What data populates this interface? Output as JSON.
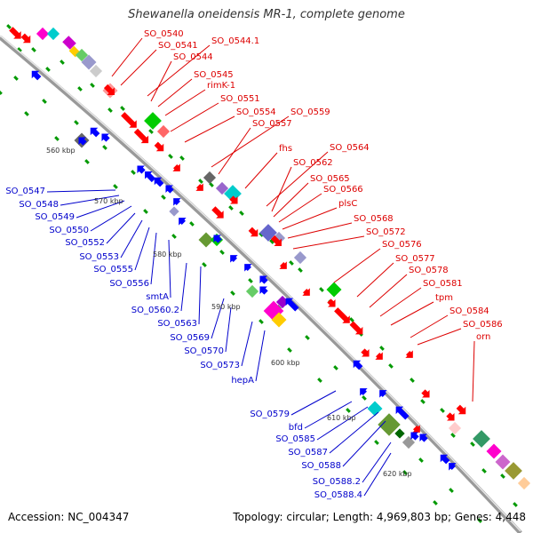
{
  "title": "Shewanella oneidensis MR-1, complete genome",
  "accession": "Accession: NC_004347",
  "topology": "Topology: circular; Length: 4,969,803 bp; Genes: 4,448",
  "colors": {
    "forward_label": "#dd0000",
    "reverse_label": "#0000cc",
    "forward_gene": "#ff0000",
    "reverse_gene": "#0000ff",
    "backbone": "#999999",
    "tick": "#009900",
    "ruler_text": "#333333"
  },
  "ruler": [
    "560 kbp",
    "570 kbp",
    "580 kbp",
    "590 kbp",
    "600 kbp",
    "610 kbp",
    "620 kbp"
  ],
  "forward_labels": [
    "SO_0540",
    "SO_0541",
    "SO_0544.1",
    "SO_0544",
    "SO_0545",
    "rimK-1",
    "SO_0551",
    "SO_0554",
    "SO_0559",
    "SO_0557",
    "fhs",
    "SO_0564",
    "SO_0562",
    "SO_0565",
    "SO_0566",
    "plsC",
    "SO_0568",
    "SO_0572",
    "SO_0576",
    "SO_0577",
    "SO_0578",
    "SO_0581",
    "tpm",
    "SO_0584",
    "SO_0586",
    "orn"
  ],
  "reverse_labels": [
    "SO_0547",
    "SO_0548",
    "SO_0549",
    "SO_0550",
    "SO_0552",
    "SO_0553",
    "SO_0555",
    "SO_0556",
    "smtA",
    "SO_0560.2",
    "SO_0563",
    "SO_0569",
    "SO_0570",
    "SO_0573",
    "hepA",
    "SO_0579",
    "bfd",
    "SO_0585",
    "SO_0587",
    "SO_0588",
    "SO_0588.2",
    "SO_0588.4"
  ]
}
